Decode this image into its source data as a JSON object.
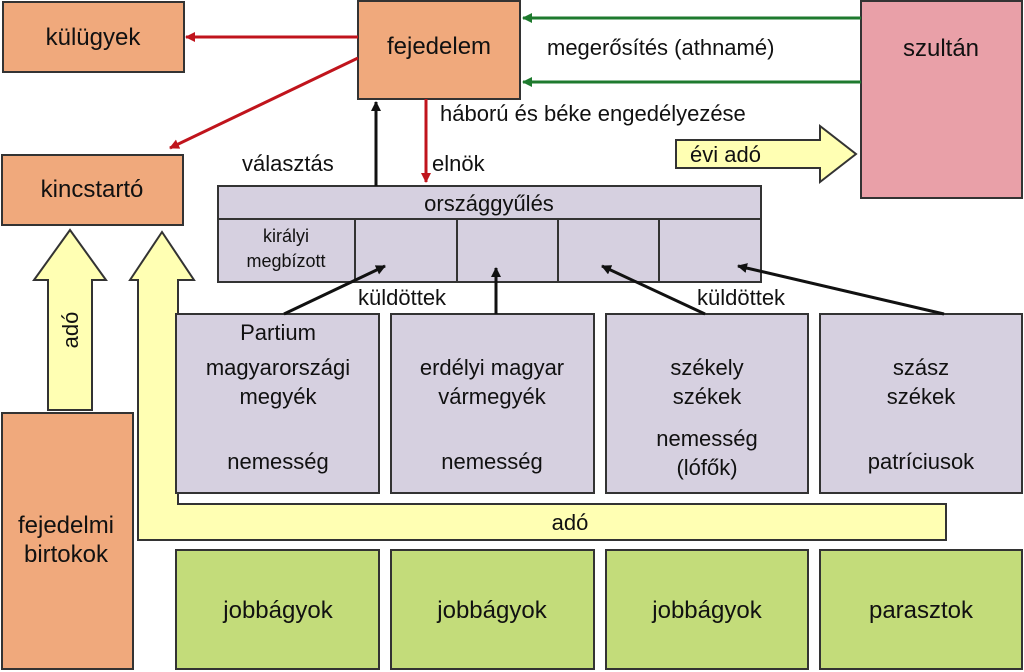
{
  "nodes": {
    "kulugyek": "külügyek",
    "fejedelem": "fejedelem",
    "szultan": "szultán",
    "kincstarto": "kincstartó",
    "orszaggyules": "országgyűlés",
    "kiralyi_megbizott": [
      "királyi",
      "megbízott"
    ],
    "fejedelmi_birtokok": [
      "fejedelmi",
      "birtokok"
    ],
    "estates": [
      {
        "lines": [
          "Partium",
          "magyarországi",
          "megyék",
          "",
          "nemesség"
        ]
      },
      {
        "lines": [
          "erdélyi magyar",
          "vármegyék",
          "",
          "nemesség"
        ]
      },
      {
        "lines": [
          "székely",
          "székek",
          "nemesség",
          "(lófők)"
        ]
      },
      {
        "lines": [
          "szász",
          "székek",
          "",
          "patríciusok"
        ]
      }
    ],
    "peasants": [
      "jobbágyok",
      "jobbágyok",
      "jobbágyok",
      "parasztok"
    ]
  },
  "labels": {
    "megerosites": "megerősítés (athnamé)",
    "haboru": "háború és béke engedélyezése",
    "evi_ado": "évi adó",
    "valasztas": "választás",
    "elnok": "elnök",
    "kuldottek_left": "küldöttek",
    "kuldottek_right": "küldöttek",
    "ado_vertical": "adó",
    "ado_horizontal": "adó"
  },
  "colors": {
    "orange": "#f0a97c",
    "pink": "#e9a0a8",
    "lavender": "#d6d0e0",
    "green": "#c3dc7a",
    "yellow": "#ffffb3",
    "red_arrow": "#c0141c",
    "green_arrow": "#1e7a2e",
    "black_arrow": "#111111"
  }
}
